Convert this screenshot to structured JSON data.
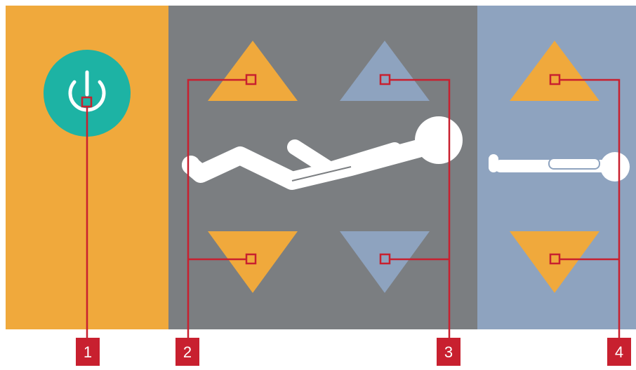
{
  "panels": {
    "power": {
      "color": "#F0A93C",
      "button_color": "#1DB3A4",
      "icon": "power-icon"
    },
    "back_section": {
      "color": "#7B7E81"
    },
    "leg_section": {
      "color": "#8EA3BF"
    }
  },
  "controls": {
    "back_up_icon": "triangle-up-icon",
    "back_down_icon": "triangle-down-icon",
    "knee_up_icon": "triangle-up-icon",
    "knee_down_icon": "triangle-down-icon",
    "height_up_icon": "triangle-up-icon",
    "height_down_icon": "triangle-down-icon"
  },
  "colors": {
    "active_arrow": "#F0A93C",
    "inactive_arrow": "#8EA3BF",
    "callout": "#C8202F",
    "figure": "#FFFFFF"
  },
  "callouts": [
    {
      "number": "1"
    },
    {
      "number": "2"
    },
    {
      "number": "3"
    },
    {
      "number": "4"
    }
  ]
}
